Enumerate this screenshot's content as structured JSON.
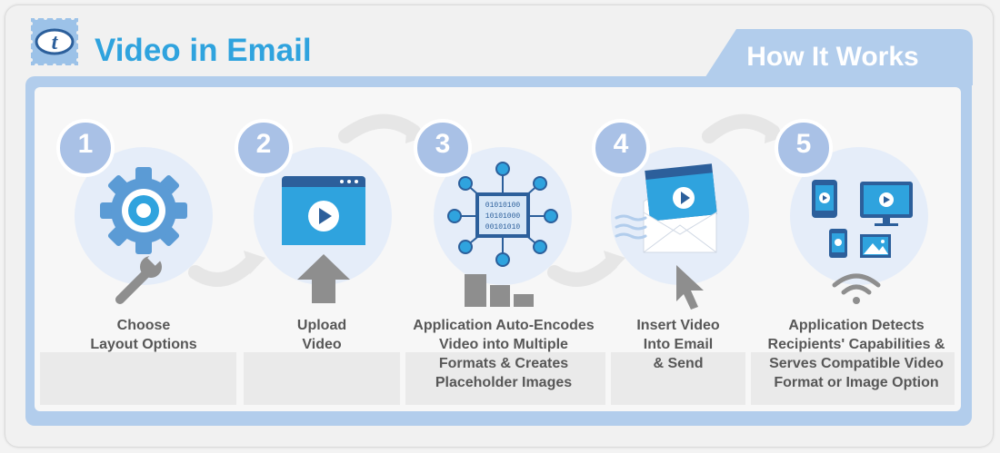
{
  "header": {
    "title": "Video in Email",
    "tab_label": "How It Works"
  },
  "logo": {
    "letter": "t"
  },
  "steps": [
    {
      "number": "1",
      "label": "Choose\nLayout Options"
    },
    {
      "number": "2",
      "label": "Upload\nVideo"
    },
    {
      "number": "3",
      "label": "Application Auto-Encodes\nVideo into Multiple\nFormats & Creates\nPlaceholder Images"
    },
    {
      "number": "4",
      "label": "Insert Video\nInto Email\n& Send"
    },
    {
      "number": "5",
      "label": "Application Detects\nRecipients' Capabilities &\nServes Compatible Video\nFormat or Image Option"
    }
  ],
  "binary": {
    "line1": "01010100",
    "line2": "10101000",
    "line3": "00101010"
  },
  "colors": {
    "accent": "#2fa3de",
    "frame": "#b2cdec",
    "circle": "#e5edf9",
    "badge": "#a9c1e6",
    "dark_blue": "#2c5f9b",
    "gray": "#8e8e8e"
  }
}
